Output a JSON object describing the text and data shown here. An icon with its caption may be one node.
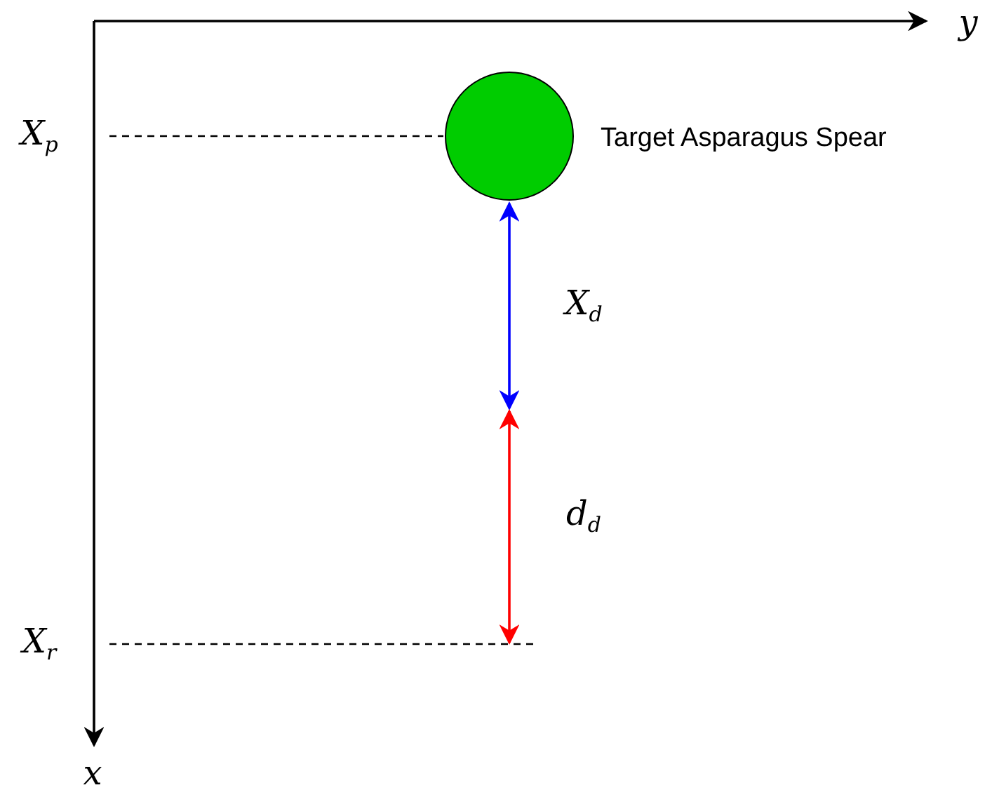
{
  "diagram": {
    "nodes": [
      {
        "text": [],
        "shape": "circle",
        "beside": [
          "Target Asparagus Spear"
        ]
      }
    ],
    "labels": [
      "y",
      "X$_{p}$",
      "X$_{d}$",
      "d$_{d}$",
      "X$_{r}$",
      "x"
    ]
  }
}
